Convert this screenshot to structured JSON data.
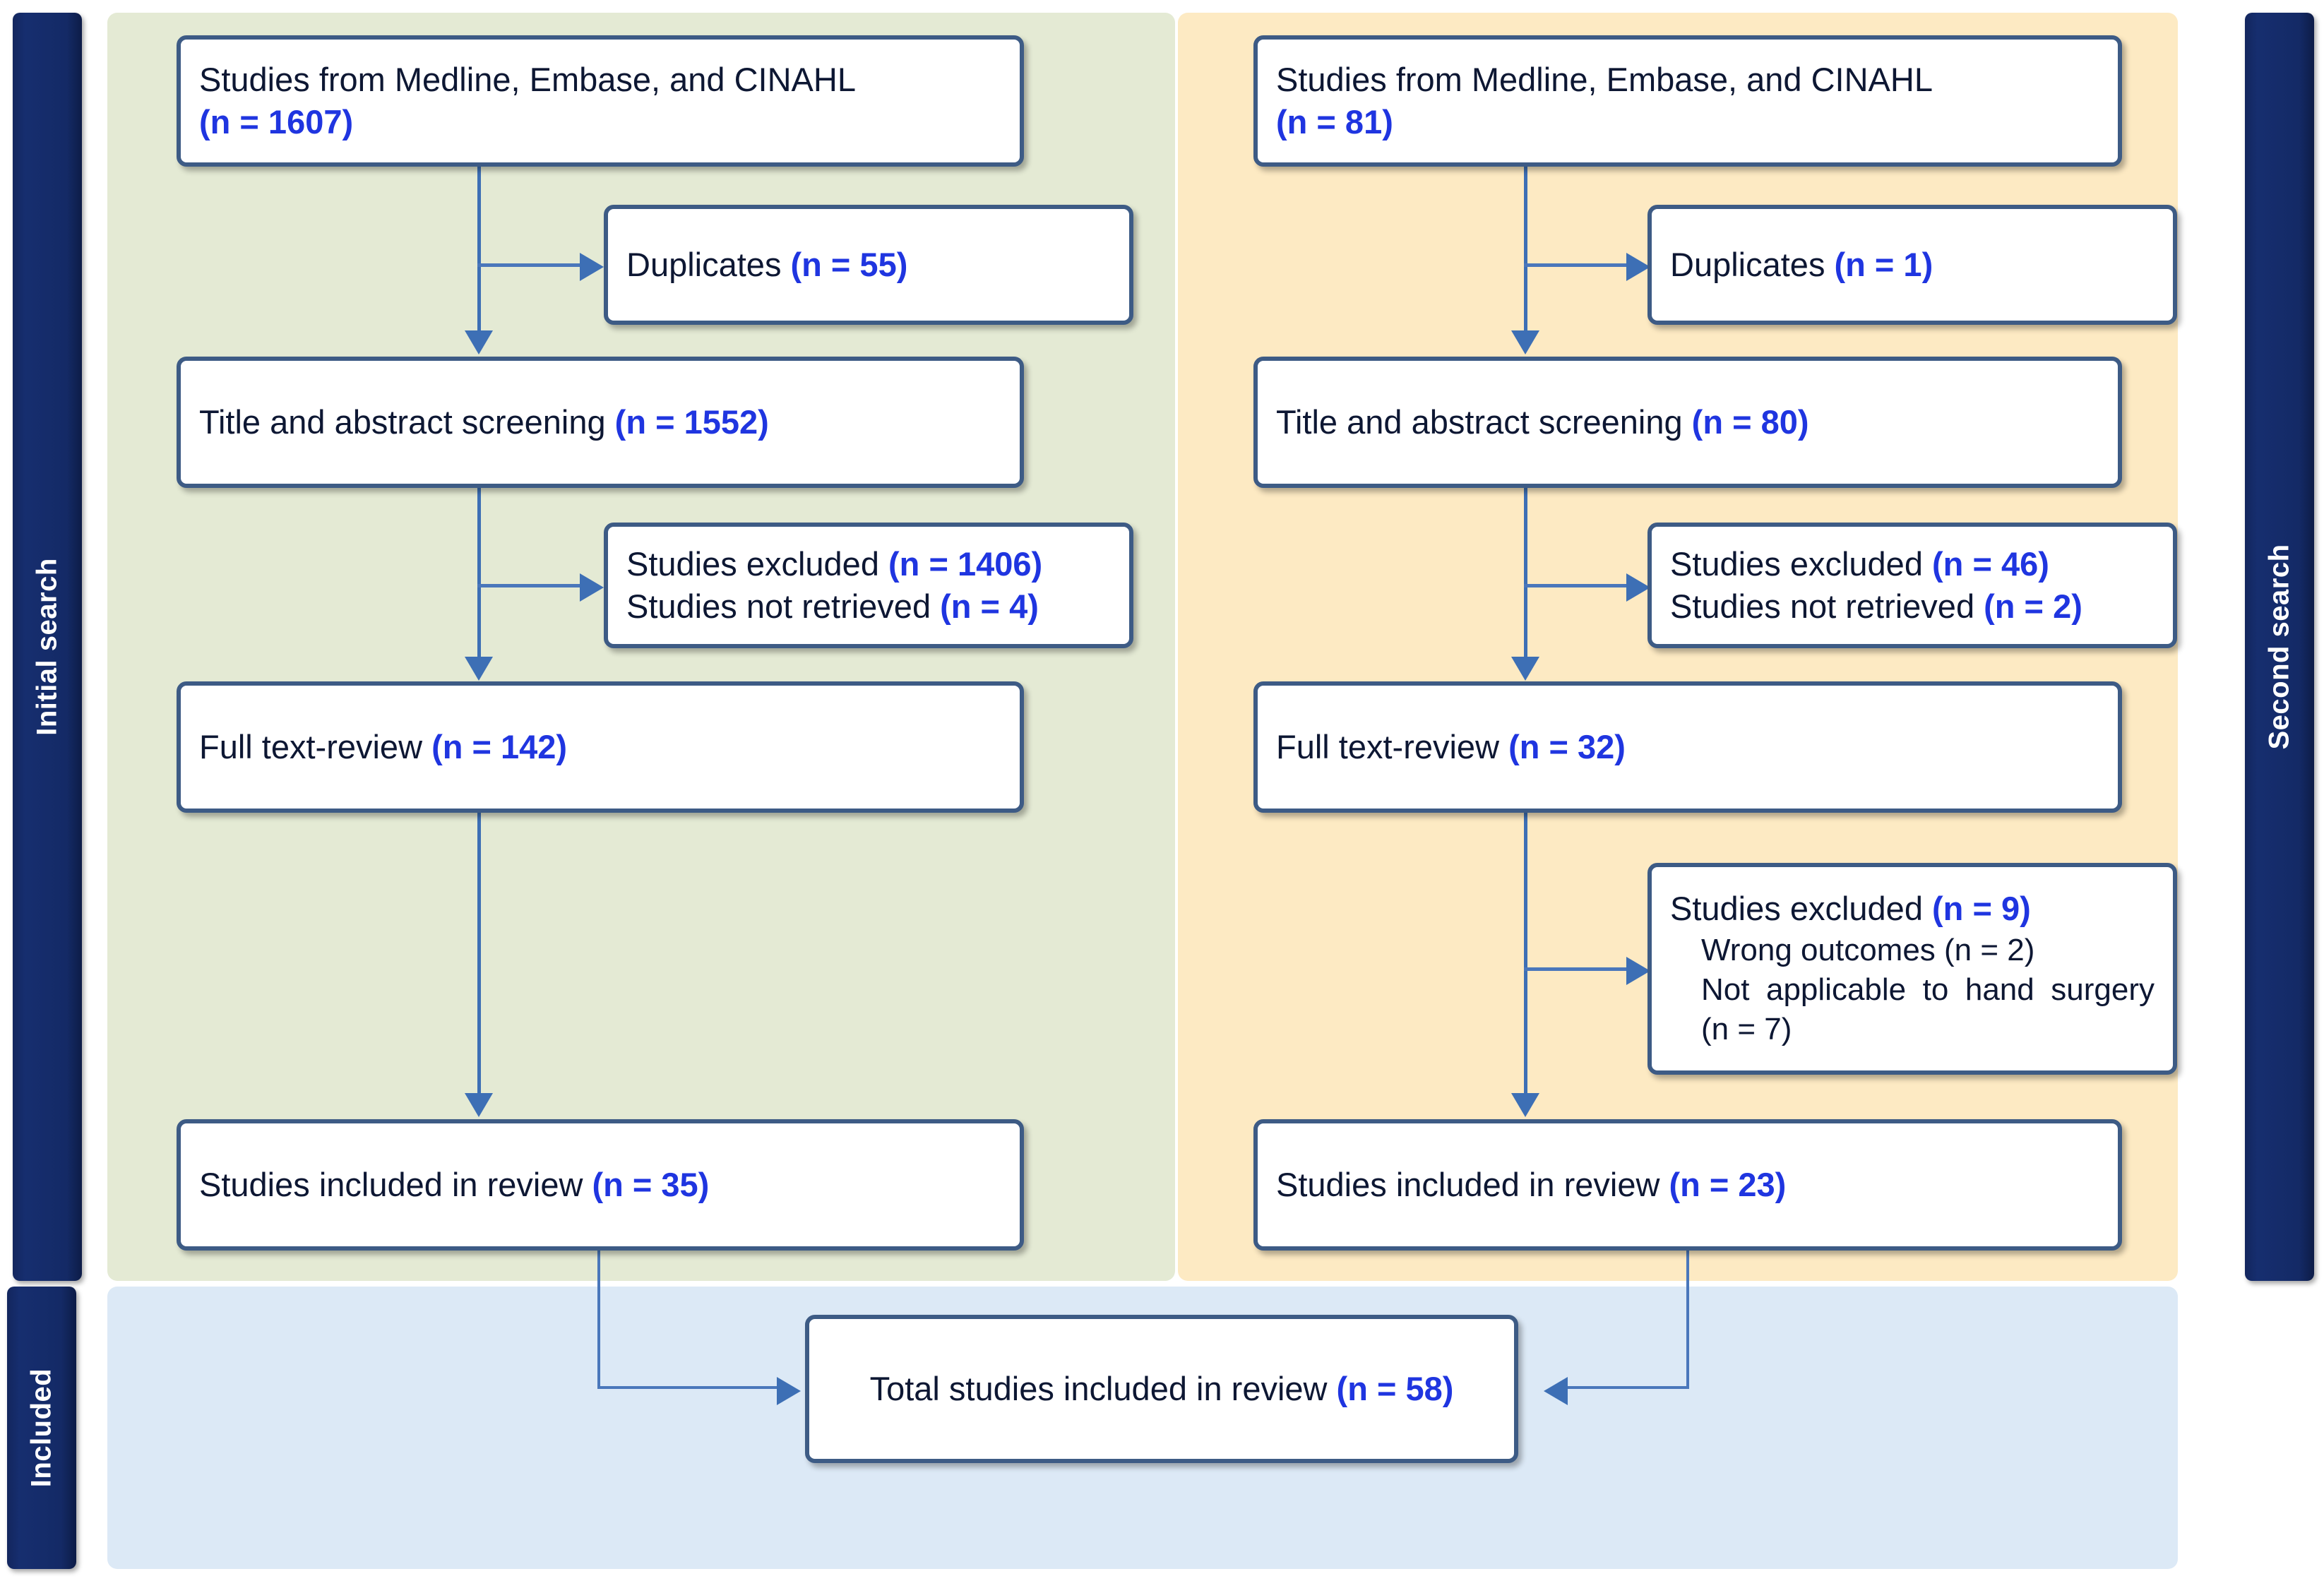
{
  "stages": {
    "initial": "Initial search",
    "second": "Second search",
    "included": "Included"
  },
  "colors": {
    "panel_initial": "#e4ead4",
    "panel_second": "#fdeac3",
    "panel_included": "#dce9f6",
    "stage_tab": "#162e6f",
    "box_border": "#3d5b85",
    "connector": "#3d6fb5",
    "count_text": "#1f35e0",
    "body_text": "#0d1733"
  },
  "initial_search": {
    "sources_label": "Studies from Medline, Embase, and CINAHL",
    "sources_count": "(n = 1607)",
    "duplicates_label": "Duplicates ",
    "duplicates_count": "(n = 55)",
    "screening_label": "Title and abstract screening ",
    "screening_count": "(n = 1552)",
    "excluded_label": "Studies excluded ",
    "excluded_count": "(n = 1406)",
    "not_retrieved_label": "Studies not retrieved ",
    "not_retrieved_count": "(n = 4)",
    "fulltext_label": "Full text-review ",
    "fulltext_count": "(n = 142)",
    "included_label": "Studies included in review ",
    "included_count": "(n = 35)"
  },
  "second_search": {
    "sources_label": "Studies from Medline, Embase, and CINAHL",
    "sources_count": "(n = 81)",
    "duplicates_label": "Duplicates ",
    "duplicates_count": "(n = 1)",
    "screening_label": "Title and abstract screening ",
    "screening_count": "(n = 80)",
    "excluded_label": "Studies excluded ",
    "excluded_count": "(n = 46)",
    "not_retrieved_label": "Studies not retrieved ",
    "not_retrieved_count": "(n = 2)",
    "fulltext_label": "Full text-review ",
    "fulltext_count": "(n = 32)",
    "excluded2_label": "Studies excluded ",
    "excluded2_count": "(n = 9)",
    "excluded2_reason1": "Wrong outcomes (n = 2)",
    "excluded2_reason2": "Not applicable to hand surgery (n = 7)",
    "included_label": "Studies included in review ",
    "included_count": "(n = 23)"
  },
  "total": {
    "label": "Total studies included in review ",
    "count": "(n = 58)"
  },
  "chart_data": {
    "type": "diagram",
    "title": "PRISMA study selection flow diagram",
    "branches": [
      {
        "name": "Initial search",
        "steps": [
          {
            "label": "Studies from Medline, Embase, and CINAHL",
            "n": 1607
          },
          {
            "label": "Duplicates",
            "n": 55
          },
          {
            "label": "Title and abstract screening",
            "n": 1552
          },
          {
            "label": "Studies excluded",
            "n": 1406
          },
          {
            "label": "Studies not retrieved",
            "n": 4
          },
          {
            "label": "Full text-review",
            "n": 142
          },
          {
            "label": "Studies included in review",
            "n": 35
          }
        ]
      },
      {
        "name": "Second search",
        "steps": [
          {
            "label": "Studies from Medline, Embase, and CINAHL",
            "n": 81
          },
          {
            "label": "Duplicates",
            "n": 1
          },
          {
            "label": "Title and abstract screening",
            "n": 80
          },
          {
            "label": "Studies excluded",
            "n": 46
          },
          {
            "label": "Studies not retrieved",
            "n": 2
          },
          {
            "label": "Full text-review",
            "n": 32
          },
          {
            "label": "Studies excluded",
            "n": 9
          },
          {
            "label": "Wrong outcomes",
            "n": 2
          },
          {
            "label": "Not applicable to hand surgery",
            "n": 7
          },
          {
            "label": "Studies included in review",
            "n": 23
          }
        ]
      },
      {
        "name": "Included",
        "steps": [
          {
            "label": "Total studies included in review",
            "n": 58
          }
        ]
      }
    ]
  }
}
